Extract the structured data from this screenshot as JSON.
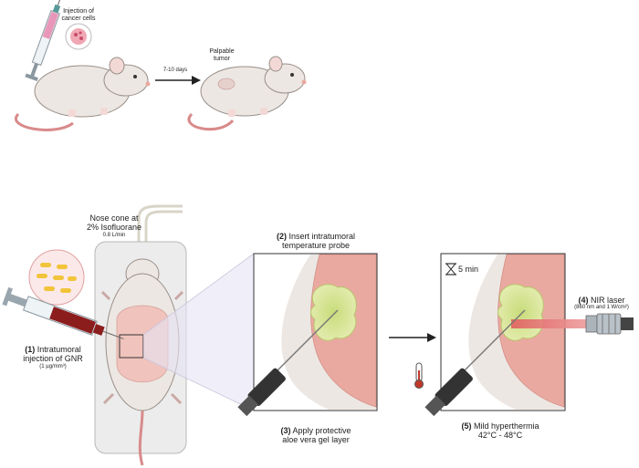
{
  "colors": {
    "mouse_body": "#ece7e3",
    "mouse_outline": "#9a8f88",
    "tail": "#d98a8a",
    "muscle": "#e9a9a0",
    "tumor": "#d9e59a",
    "laser": "#d94a4a",
    "gnr": "#f2c43a",
    "blood": "#8c1d1d",
    "panel_bg": "#ebe9f5"
  },
  "icons": [
    "syringe-icon",
    "cancer-cell-icon",
    "arrow-icon",
    "mouse-icon",
    "nose-cone-icon",
    "gold-nanorod-icon",
    "hourglass-icon",
    "thermometer-icon",
    "temperature-probe-icon",
    "nir-laser-icon"
  ],
  "top": {
    "injection_label_1": "Injection of",
    "injection_label_2": "cancer cells",
    "days_label": "7-10 days",
    "tumor_label_1": "Palpable",
    "tumor_label_2": "tumor"
  },
  "nose": {
    "line1": "Nose cone at",
    "line2": "2% Isofluorane",
    "flow": "0.8 L/min"
  },
  "step1": {
    "num": "(1)",
    "line1": " Intratumoral",
    "line2": "injection of GNR",
    "dose": "(1 µg/mm³)"
  },
  "step2": {
    "num": "(2)",
    "line1": " Insert intratumoral",
    "line2": "temperature probe"
  },
  "step3": {
    "num": "(3)",
    "line1": " Apply protective",
    "line2": "aloe vera gel layer"
  },
  "step4": {
    "num": "(4)",
    "line1": " NIR laser",
    "detail": "(860 nm and 1 W/cm²)"
  },
  "step5": {
    "num": "(5)",
    "line1": " Mild hyperthermia",
    "line2": "42°C - 48°C"
  },
  "timer": {
    "value": "5 min"
  }
}
